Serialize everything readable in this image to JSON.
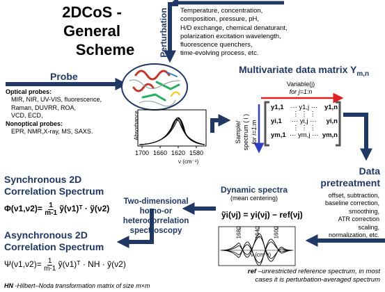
{
  "title": {
    "line1": "2DCoS -",
    "line2": "General",
    "line3": "Scheme"
  },
  "perturbation": {
    "label": "Perturbation",
    "lines": [
      "Temperature, concentration,",
      "composition, pressure, pH,",
      "H/D exchange, chemical denaturant,",
      "polarization excitation wavelength,",
      "fluorescence quenchers,",
      "time-evolving process, etc."
    ]
  },
  "probe": {
    "label": "Probe",
    "optical_title": "Optical probes:",
    "optical_lines": [
      "MIR, NIR, UV-VIS, fluorescence,",
      "Raman, DUVRR, ROA,",
      "VCD, ECD,"
    ],
    "nonoptical_title": "Nonoptical probes:",
    "nonoptical_lines": [
      "EPR, NMR,X-ray, MS, SAXS."
    ]
  },
  "spectrum_plot": {
    "ylabel": "Absorbance",
    "xticks": [
      "1700",
      "1660",
      "1620",
      "1580"
    ],
    "xlabel": "ν (cm⁻¹)"
  },
  "matrix": {
    "title": "Multivariate data matrix Y",
    "title_sub": "m,n",
    "variable_label": "Variable(j)",
    "variable_range": "for j=1:n",
    "sample_label": "Sample/",
    "spectrum_label": "spectrum ( i )",
    "sample_range": "for i=1:m",
    "rows": [
      [
        "y1,1",
        "··· y1,j ···",
        "y1,n"
      ],
      [
        "yi,1",
        "··· yi,j ···",
        "yi,n"
      ],
      [
        "ym,1",
        "··· ym,j ···",
        "ym,n"
      ]
    ],
    "row_dots": "⋮  ⋮  ⋮"
  },
  "pretreatment": {
    "label_line1": "Data",
    "label_line2": "pretreatment",
    "lines": [
      "offset, subtraction,",
      "baseline correction,",
      "smoothing,",
      "ATR correction",
      "scaling,",
      "normalization, etc."
    ]
  },
  "dynamic": {
    "title": "Dynamic spectra",
    "subtitle": "(mean centering)",
    "formula": "ỹi(νj) = yi(νj) − ref(νj)",
    "xticks": [
      "1680",
      "1640",
      "1600"
    ],
    "xlabel": "ν (cm⁻¹)"
  },
  "ref_note": {
    "bold": "ref",
    "text": " –unrestricted reference spectrum, in most",
    "line2": "cases it is perturbation-averaged spectrum"
  },
  "two_d": {
    "lines": [
      "Two-dimensional",
      "homo-or",
      "heterocorrelation",
      "spectroscopy"
    ]
  },
  "sync": {
    "line1": "Synchronous 2D",
    "line2": "Correlation Spectrum",
    "lhs": "Φ(ν1,ν2)=",
    "num": "1",
    "den": "m-1",
    "rhs": "ỹ(ν1)ᵀ · ỹ(ν2)"
  },
  "async": {
    "line1": "Asynchronous 2D",
    "line2": "Correlation Spectrum",
    "lhs": "Ψ(ν1,ν2)=",
    "num": "1",
    "den": "m-1",
    "rhs": "ỹ(ν1)ᵀ · NH · ỹ(ν2)"
  },
  "hn_note": {
    "bold": "HN",
    "text": " -Hilbert–Noda transformation matrix of size m×m"
  },
  "colors": {
    "navy": "#1f3864",
    "red_arrow": "#e02020",
    "blue_arrow": "#2f3ec0"
  }
}
